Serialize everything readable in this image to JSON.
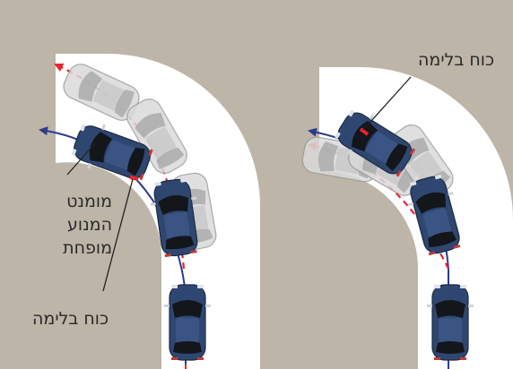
{
  "colors": {
    "background": "#bdb5a7",
    "road": "#ffffff",
    "car_body": "#2f4770",
    "car_ghost": "#d9d9d9",
    "brake_marker": "#e8242c",
    "trajectory_actual": "#2e3a8c",
    "trajectory_intended": "#e8242c"
  },
  "icons": [
    "car-top-view-icon",
    "ghost-car-icon",
    "direction-arrow-icon",
    "brake-marker-icon"
  ],
  "labels": {
    "brake_force_right": "כוח בלימה",
    "engine_moment_line1": "מומנט",
    "engine_moment_line2": "המנוע",
    "engine_moment_line3": "מופחת",
    "brake_force_left": "כוח בלימה"
  }
}
